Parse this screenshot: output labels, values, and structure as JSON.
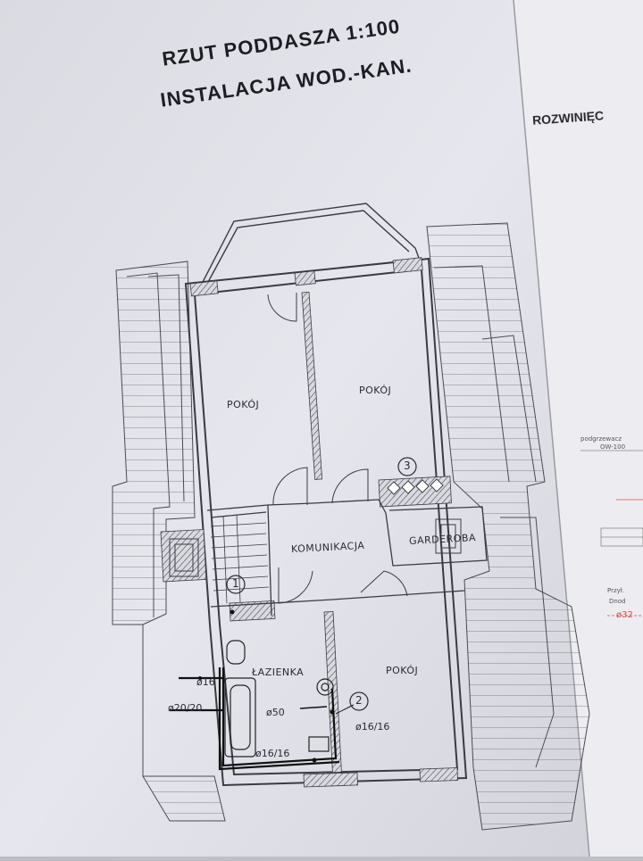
{
  "title": {
    "line1": "RZUT PODDASZA 1:100",
    "line2": "INSTALACJA WOD.-KAN."
  },
  "side_page": {
    "heading": "ROZWINIĘC",
    "small1": "podgrzewacz",
    "small2": "OW-100",
    "small3": "Przył.",
    "small4": "Dnod",
    "red_text": "ø32"
  },
  "rooms": {
    "pokoj_top_left": "POKÓJ",
    "pokoj_top_right": "POKÓJ",
    "komunikacja": "KOMUNIKACJA",
    "garderoba": "GARDEROBA",
    "lazienka": "ŁAZIENKA",
    "pokoj_bottom": "POKÓJ"
  },
  "pipes": {
    "p16": "ø16",
    "p20_20": "ø20/20",
    "p50": "ø50",
    "p16_16_bath": "ø16/16",
    "p16_16_room": "ø16/16"
  },
  "markers": {
    "m1": "1",
    "m2": "2",
    "m3": "3"
  },
  "colors": {
    "paper": "#e4e5ec",
    "line": "#3a3a44",
    "background": "#bfc0c6",
    "accent_red": "#d64848"
  }
}
